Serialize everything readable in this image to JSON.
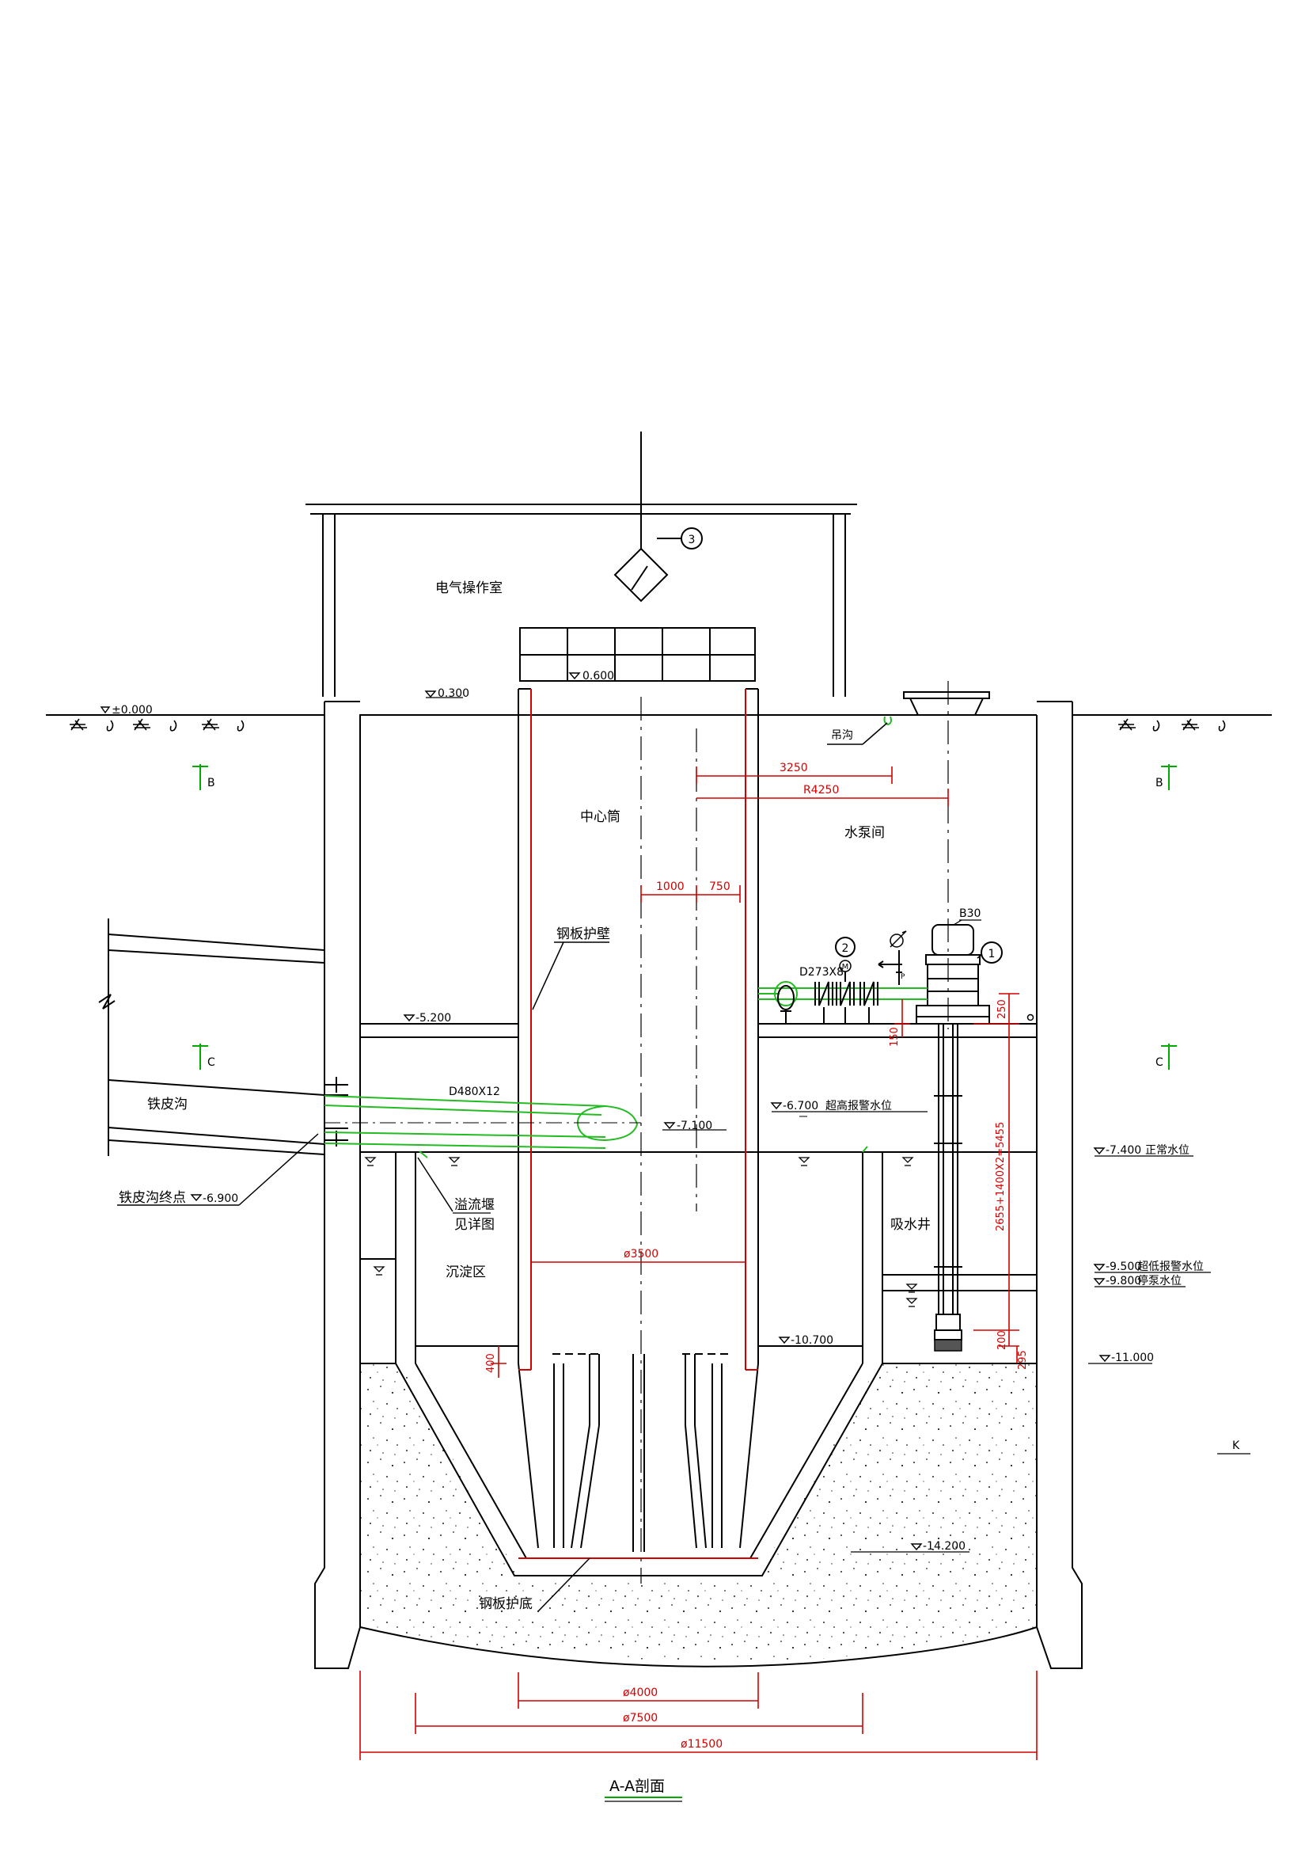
{
  "drawing": {
    "title": "A-A剖面"
  },
  "rooms": {
    "electric_room": "电气操作室",
    "center_cylinder": "中心筒",
    "pump_room": "水泵间",
    "settling_zone": "沉淀区",
    "suction_well": "吸水井"
  },
  "labels": {
    "crane_trench": "吊沟",
    "steel_wall_lining": "钢板护壁",
    "steel_bottom_lining": "钢板护底",
    "iron_trough": "铁皮沟",
    "iron_trough_end": "铁皮沟终点",
    "overflow_weir": "溢流堰",
    "see_detail": "见详图",
    "pipe_main": "D480X12",
    "pipe_pump": "D273X8",
    "pump_model": "B30",
    "section_b": "B",
    "section_c": "C",
    "mark_k": "K",
    "callout_1": "1",
    "callout_2": "2",
    "callout_3": "3",
    "motor_mark": "M",
    "valve_mark_p": "P"
  },
  "elevations": {
    "ground": "±0.000",
    "el_0300": "0.300",
    "el_0600": "0.600",
    "el_m5200": "-5.200",
    "el_m6700": "-6.700",
    "alarm_high": "超高报警水位",
    "el_m7100": "-7.100",
    "el_m7400": "-7.400",
    "normal_level": "正常水位",
    "el_m6900": "-6.900",
    "el_m9500": "-9.500",
    "alarm_low": "超低报警水位",
    "el_m9800": "-9.800",
    "pump_stop": "停泵水位",
    "el_m10700": "-10.700",
    "el_m11000": "-11.000",
    "el_m14200": "-14.200"
  },
  "dimensions": {
    "d3250": "3250",
    "r4250": "R4250",
    "d1000": "1000",
    "d750": "750",
    "phi3500": "ø3500",
    "phi4000": "ø4000",
    "phi7500": "ø7500",
    "phi11500": "ø11500",
    "pump_length": "2655+1400X2=5455",
    "d250": "250",
    "d150": "150",
    "d400": "400",
    "d200": "200",
    "d295": "295"
  },
  "colors": {
    "line": "#000000",
    "dimension": "#d40000",
    "pipe": "#22bb22",
    "section_mark": "#00aa00"
  }
}
